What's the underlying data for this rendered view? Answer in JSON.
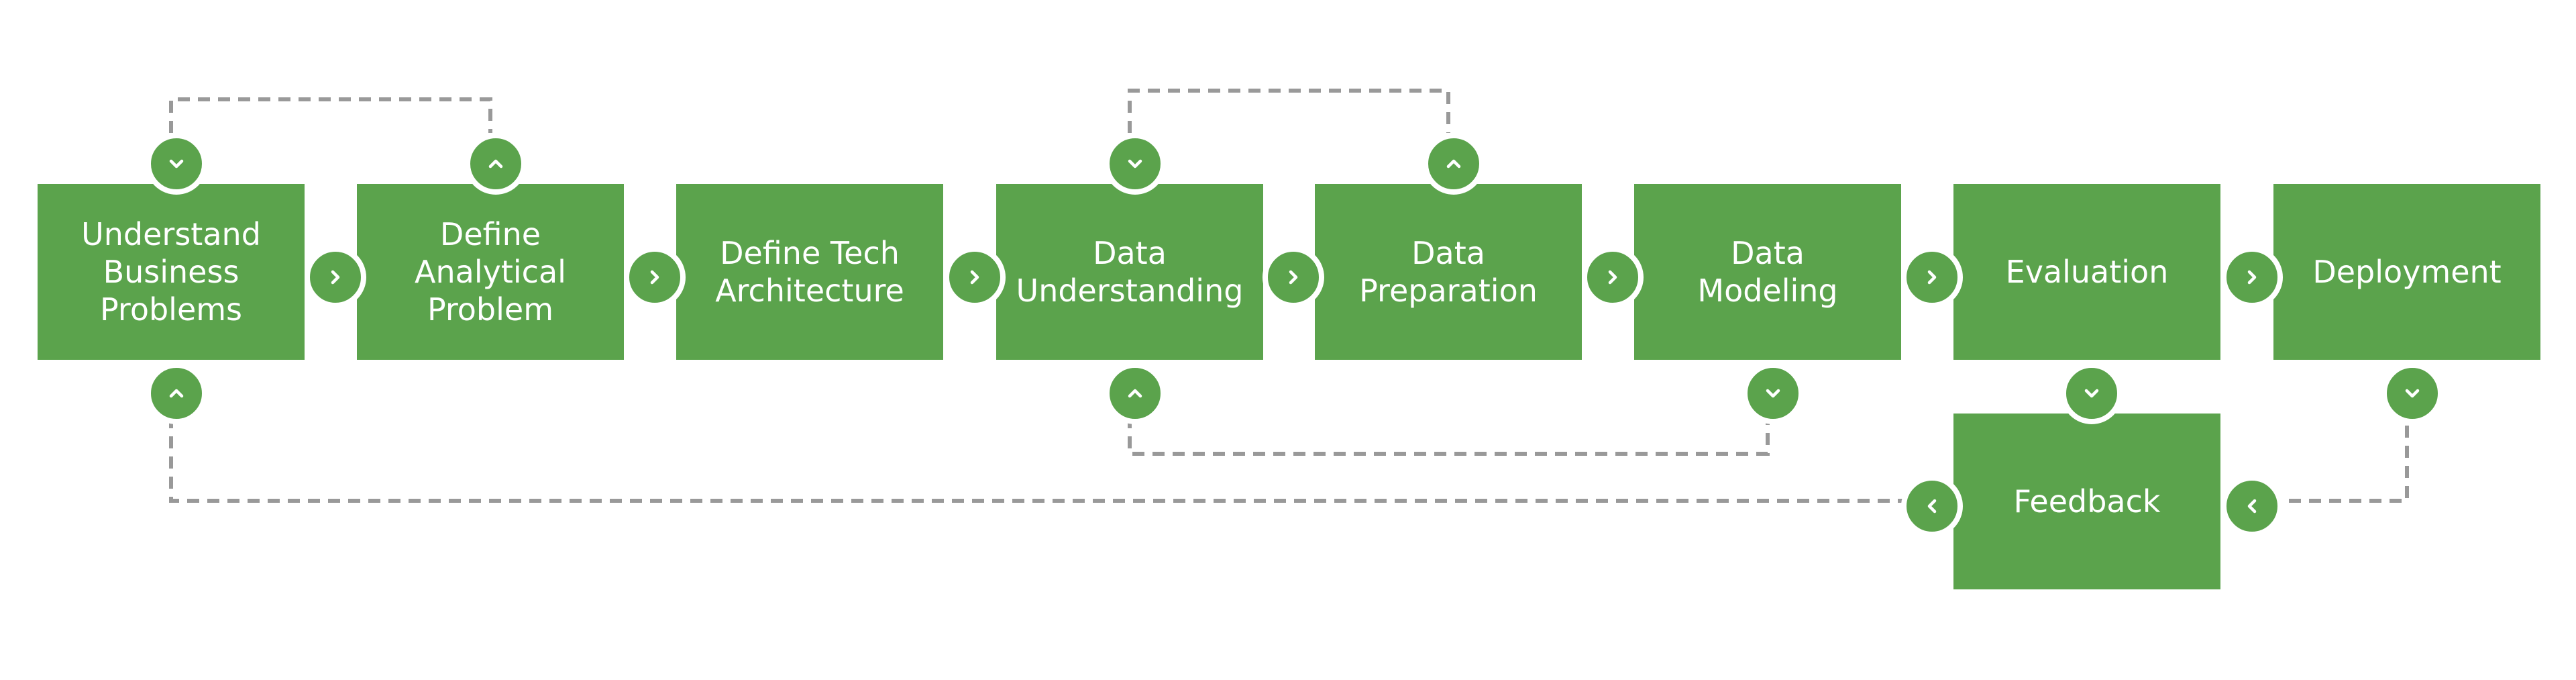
{
  "steps": [
    {
      "id": "understand",
      "label": "Understand\nBusiness\nProblems"
    },
    {
      "id": "define-analytical",
      "label": "Define\nAnalytical\nProblem"
    },
    {
      "id": "define-tech",
      "label": "Define Tech\nArchitecture"
    },
    {
      "id": "data-understanding",
      "label": "Data\nUnderstanding"
    },
    {
      "id": "data-preparation",
      "label": "Data\nPreparation"
    },
    {
      "id": "data-modeling",
      "label": "Data\nModeling"
    },
    {
      "id": "evaluation",
      "label": "Evaluation"
    },
    {
      "id": "deployment",
      "label": "Deployment"
    },
    {
      "id": "feedback",
      "label": "Feedback"
    }
  ],
  "icons": {
    "forward": "chevron-right-icon",
    "back": "chevron-left-icon",
    "up": "chevron-up-icon",
    "down": "chevron-down-icon"
  },
  "colors": {
    "box": "#5ba34c",
    "text": "#ffffff",
    "dashed_line": "#999999"
  }
}
